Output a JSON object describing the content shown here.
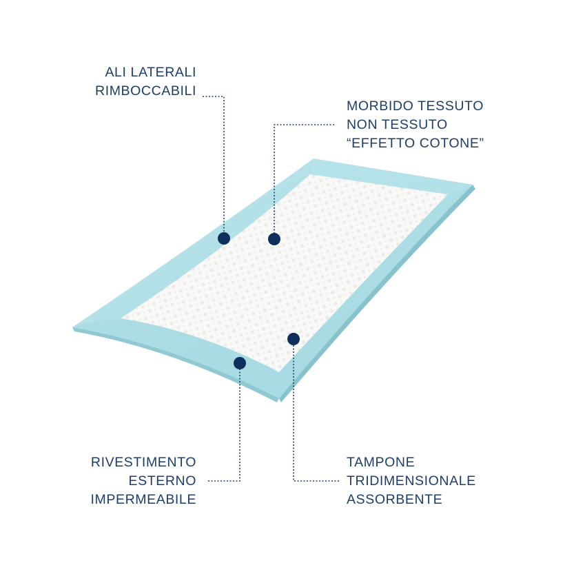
{
  "callouts": {
    "ali_laterali": [
      "ALI LATERALI",
      "RIMBOCCABILI"
    ],
    "morbido_tessuto": [
      "MORBIDO TESSUTO",
      "NON TESSUTO",
      "“EFFETTO COTONE”"
    ],
    "rivestimento": [
      "RIVESTIMENTO",
      "ESTERNO",
      "IMPERMEABILE"
    ],
    "tampone": [
      "TAMPONE",
      "TRIDIMENSIONALE",
      "ASSORBENTE"
    ]
  },
  "colors": {
    "text": "#1d3d6b",
    "marker": "#0e2e5c",
    "pad_border": "#a6dbe3",
    "pad_border_dark": "#8ccbd6",
    "pad_core": "#f7f7f5"
  },
  "icons": {
    "marker": "filled-circle"
  }
}
